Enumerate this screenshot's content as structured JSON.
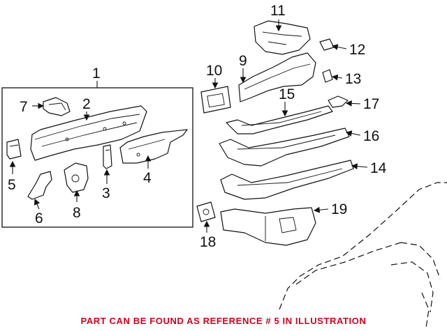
{
  "callouts": {
    "c1": "1",
    "c2": "2",
    "c3": "3",
    "c4": "4",
    "c5": "5",
    "c6": "6",
    "c7": "7",
    "c8": "8",
    "c9": "9",
    "c10": "10",
    "c11": "11",
    "c12": "12",
    "c13": "13",
    "c14": "14",
    "c15": "15",
    "c16": "16",
    "c17": "17",
    "c18": "18",
    "c19": "19"
  },
  "caption": {
    "text": "PART CAN BE FOUND AS REFERENCE # 5 IN ILLUSTRATION",
    "color": "#d0021b"
  },
  "colors": {
    "line": "#111111",
    "background": "#ffffff"
  }
}
